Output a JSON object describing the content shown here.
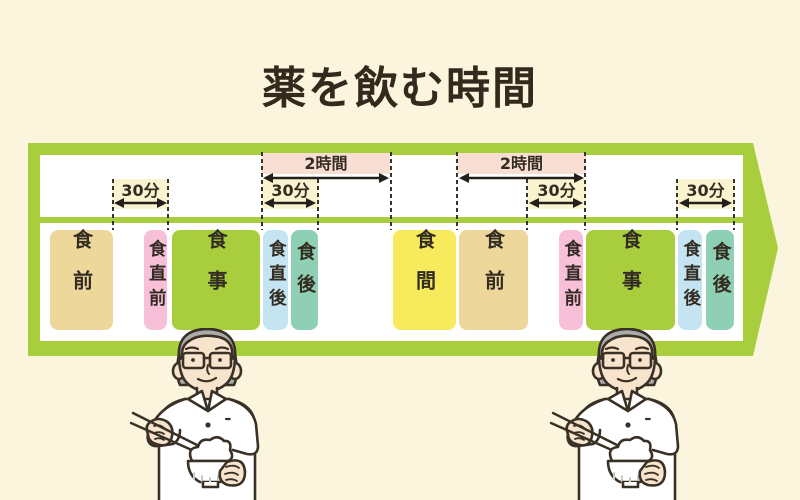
{
  "title": "薬を飲む時間",
  "colors": {
    "page_bg": "#FBF5DD",
    "band_green": "#A8CE3D",
    "text_dark": "#332C22",
    "duration_2h_bg": "#F9DED3",
    "duration_30m_bg": "#FAF3D0",
    "segment_shokuzen": "#EDD79B",
    "segment_shokuchokuzen": "#F8C0D8",
    "segment_shokuji": "#A8CE3D",
    "segment_shokuchokugo": "#C5E4F2",
    "segment_shokugo": "#8FD0B4",
    "segment_shokkan": "#F7EA5C"
  },
  "timeline": {
    "durations_2h": [
      {
        "label": "2時間"
      },
      {
        "label": "2時間"
      }
    ],
    "durations_30m": [
      {
        "label": "30分"
      },
      {
        "label": "30分"
      },
      {
        "label": "30分"
      },
      {
        "label": "30分"
      }
    ],
    "segments": [
      {
        "label": "食前",
        "color": "#EDD79B"
      },
      {
        "label": "食直前",
        "color": "#F8C0D8"
      },
      {
        "label": "食事",
        "color": "#A8CE3D"
      },
      {
        "label": "食直後",
        "color": "#C5E4F2"
      },
      {
        "label": "食後",
        "color": "#8FD0B4"
      },
      {
        "label": "食間",
        "color": "#F7EA5C"
      },
      {
        "label": "食前",
        "color": "#EDD79B"
      },
      {
        "label": "食直前",
        "color": "#F8C0D8"
      },
      {
        "label": "食事",
        "color": "#A8CE3D"
      },
      {
        "label": "食直後",
        "color": "#C5E4F2"
      },
      {
        "label": "食後",
        "color": "#8FD0B4"
      }
    ]
  },
  "illustrations": [
    {
      "name": "elderly-man-eating-rice-illustration"
    },
    {
      "name": "elderly-man-eating-rice-illustration"
    }
  ]
}
